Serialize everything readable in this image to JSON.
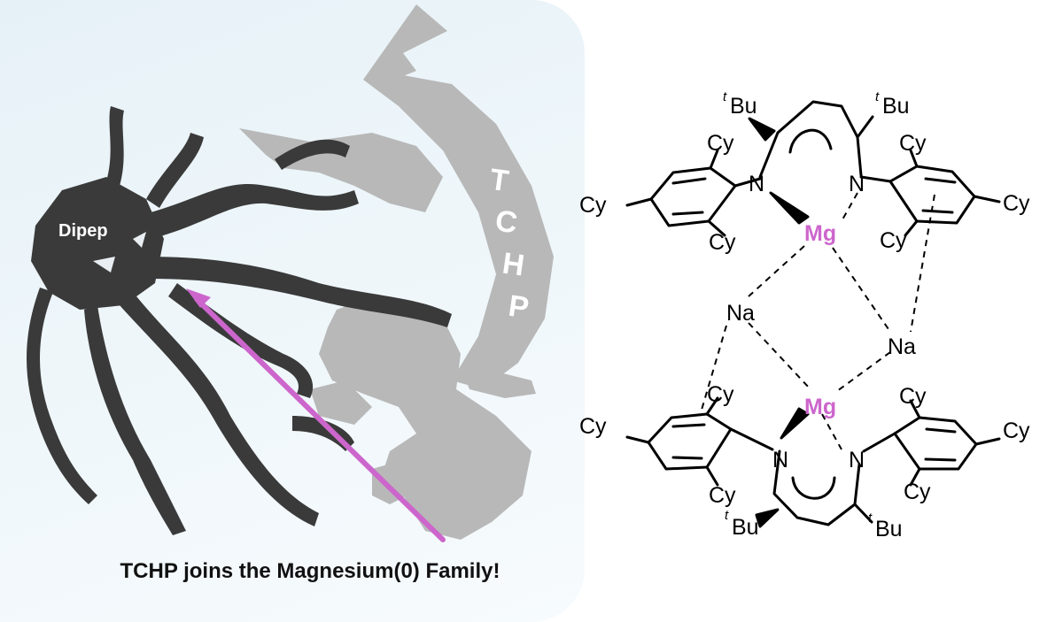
{
  "illustration": {
    "octopus_label": "Dipep",
    "figure_label_letters": [
      "T",
      "C",
      "H",
      "P"
    ]
  },
  "caption": "TCHP joins the Magnesium(0) Family!",
  "structure": {
    "substituents": {
      "tbu_prefix": "t",
      "tbu_suffix": "Bu",
      "cy": "Cy"
    },
    "atoms": {
      "nitrogen": "N",
      "sodium": "Na",
      "magnesium": "Mg"
    }
  },
  "colors": {
    "octopus": "#3a3a3a",
    "figure": "#b8b8b8",
    "spear": "#cc66cc",
    "metal": "#cc66cc"
  }
}
